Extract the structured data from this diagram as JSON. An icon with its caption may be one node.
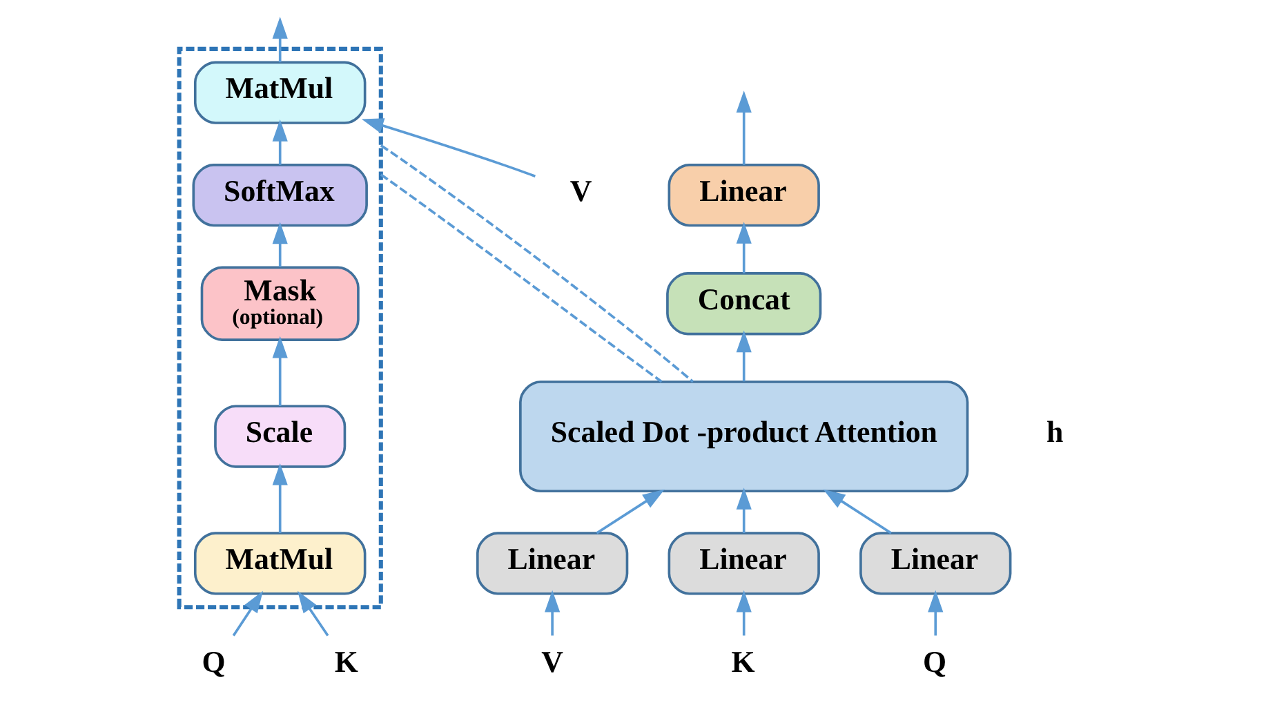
{
  "diagram": {
    "nodes": [
      {
        "text": [],
        "shape": "box"
      },
      {
        "text": [
          "MatMul"
        ],
        "in": 0
      },
      {
        "text": [
          "SoftMax"
        ],
        "in": 0
      },
      {
        "text": [
          "Mask",
          "(optional)"
        ],
        "in": 0
      },
      {
        "text": [
          "Scale"
        ],
        "in": 0
      },
      {
        "text": [
          "MatMul"
        ],
        "in": 0
      },
      {
        "text": [
          "Q"
        ]
      },
      {
        "text": [
          "K"
        ]
      },
      {
        "text": [
          "V"
        ]
      },
      {
        "text": [
          "Linear"
        ]
      },
      {
        "text": [
          "Concat"
        ]
      },
      {
        "text": [
          "Scaled Dot -product Attention"
        ]
      },
      {
        "text": [
          "Linear"
        ]
      },
      {
        "text": [
          "Linear"
        ]
      },
      {
        "text": [
          "Linear"
        ]
      },
      {
        "text": [
          "V"
        ]
      },
      {
        "text": [
          "K"
        ]
      },
      {
        "text": [
          "Q"
        ]
      }
    ],
    "edges": [
      {
        "from": 1,
        "to": null,
        "arrow": "to"
      },
      {
        "from": 2,
        "to": 1,
        "arrow": "to"
      },
      {
        "from": 3,
        "to": 2,
        "arrow": "to"
      },
      {
        "from": 4,
        "to": 3,
        "arrow": "to"
      },
      {
        "from": 5,
        "to": 4,
        "arrow": "to"
      },
      {
        "from": 6,
        "to": 5,
        "arrow": "to"
      },
      {
        "from": 7,
        "to": 5,
        "arrow": "to"
      },
      {
        "from": 8,
        "to": 1,
        "arrow": "to"
      },
      {
        "from": 9,
        "to": null,
        "arrow": "to"
      },
      {
        "from": 10,
        "to": 9,
        "arrow": "to"
      },
      {
        "from": 11,
        "to": 10,
        "arrow": "to"
      },
      {
        "from": 12,
        "to": 11,
        "arrow": "to"
      },
      {
        "from": 13,
        "to": 11,
        "arrow": "to"
      },
      {
        "from": 14,
        "to": 11,
        "arrow": "to"
      },
      {
        "from": 15,
        "to": 12,
        "arrow": "to"
      },
      {
        "from": 16,
        "to": 13,
        "arrow": "to"
      },
      {
        "from": 17,
        "to": 14,
        "arrow": "to"
      },
      {
        "from": 0,
        "to": 11,
        "arrow": "none",
        "style": "dashed"
      },
      {
        "from": 0,
        "to": 11,
        "arrow": "none",
        "style": "dashed"
      }
    ],
    "labels": [
      "h"
    ]
  }
}
